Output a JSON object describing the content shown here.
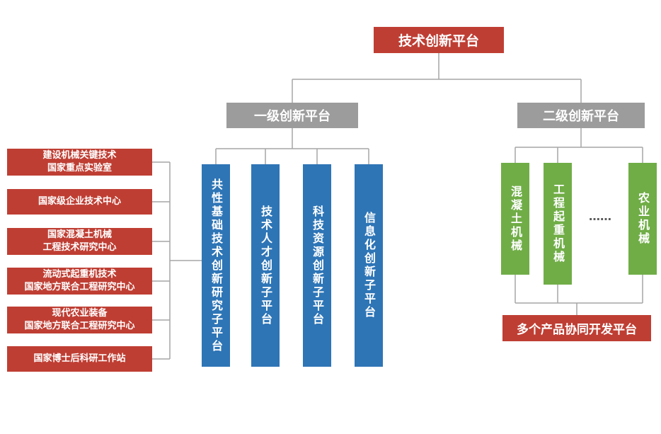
{
  "diagram": {
    "root": {
      "label": "技术创新平台"
    },
    "level1": {
      "label": "一级创新平台",
      "sub_platforms": [
        {
          "label": "共性基础技术创新研究子平台"
        },
        {
          "label": "技术人才创新子平台"
        },
        {
          "label": "科技资源创新子平台"
        },
        {
          "label": "信息化创新子平台"
        }
      ]
    },
    "level2": {
      "label": "二级创新平台",
      "product_lines": [
        {
          "label": "混凝土机械"
        },
        {
          "label": "工程起重机械"
        },
        {
          "label": "农业机械"
        }
      ],
      "ellipsis": "……",
      "collab_platform": {
        "label": "多个产品协同开发平台"
      }
    },
    "national_orgs": [
      {
        "label": "建设机械关键技术\n国家重点实验室"
      },
      {
        "label": "国家级企业技术中心"
      },
      {
        "label": "国家混凝土机械\n工程技术研究中心"
      },
      {
        "label": "流动式起重机技术\n国家地方联合工程研究中心"
      },
      {
        "label": "现代农业装备\n国家地方联合工程研究中心"
      },
      {
        "label": "国家博士后科研工作站"
      }
    ],
    "colors": {
      "red": "#bf3e33",
      "gray": "#9c9c9c",
      "blue": "#2e75b6",
      "green": "#70ad47",
      "line": "#a6a6a6"
    }
  }
}
